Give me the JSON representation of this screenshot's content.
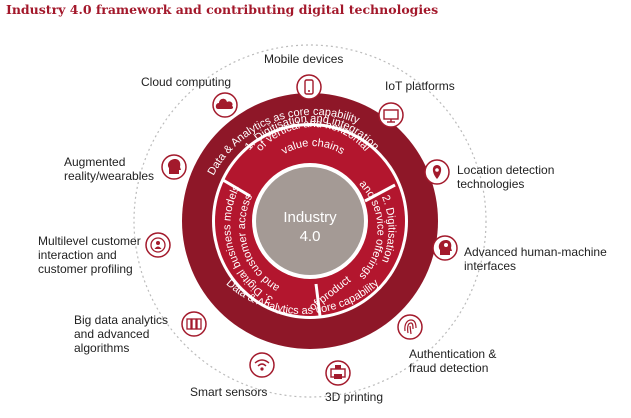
{
  "title": "Industry 4.0 framework and contributing digital technologies",
  "center": {
    "line1": "Industry",
    "line2": "4.0"
  },
  "ring_texts": {
    "top": "Data & Analytics as core capability",
    "bottom": "Data & Analytics as core capability"
  },
  "segments": {
    "s1": {
      "line1": "1. Digitisation and integration",
      "line2": "of vertical and horizontal",
      "line3": "value chains"
    },
    "s2": {
      "line1": "2. Digitisation",
      "line2": "of product",
      "line3": "and service offerings"
    },
    "s3": {
      "line1": "3. Digital business models",
      "line2": "and customer access"
    }
  },
  "technologies": {
    "mobile": [
      "Mobile devices"
    ],
    "iot": [
      "IoT platforms"
    ],
    "location": [
      "Location detection",
      "technologies"
    ],
    "hmi": [
      "Advanced human-machine",
      "interfaces"
    ],
    "auth": [
      "Authentication &",
      "fraud detection"
    ],
    "printing": [
      "3D printing"
    ],
    "sensors": [
      "Smart sensors"
    ],
    "bigdata": [
      "Big data analytics",
      "and advanced",
      "algorithms"
    ],
    "customer": [
      "Multilevel customer",
      "interaction and",
      "customer profiling"
    ],
    "ar": [
      "Augmented",
      "reality/wearables"
    ],
    "cloud": [
      "Cloud computing"
    ]
  },
  "colors": {
    "dark_red": "#8e1728",
    "mid_red": "#b3162e",
    "light_red": "#c42a3c",
    "center_grey": "#a49a95",
    "icon_border": "#a31a2c",
    "dotted": "#bbbbbb"
  },
  "icons": {
    "mobile": "phone-network-icon",
    "iot": "monitor-network-icon",
    "location": "location-pin-icon",
    "hmi": "head-gears-icon",
    "auth": "fingerprint-icon",
    "printing": "printer-3d-icon",
    "sensors": "wireless-signal-icon",
    "bigdata": "data-boxes-icon",
    "customer": "person-target-icon",
    "ar": "head-silhouette-icon",
    "cloud": "cloud-icon"
  }
}
